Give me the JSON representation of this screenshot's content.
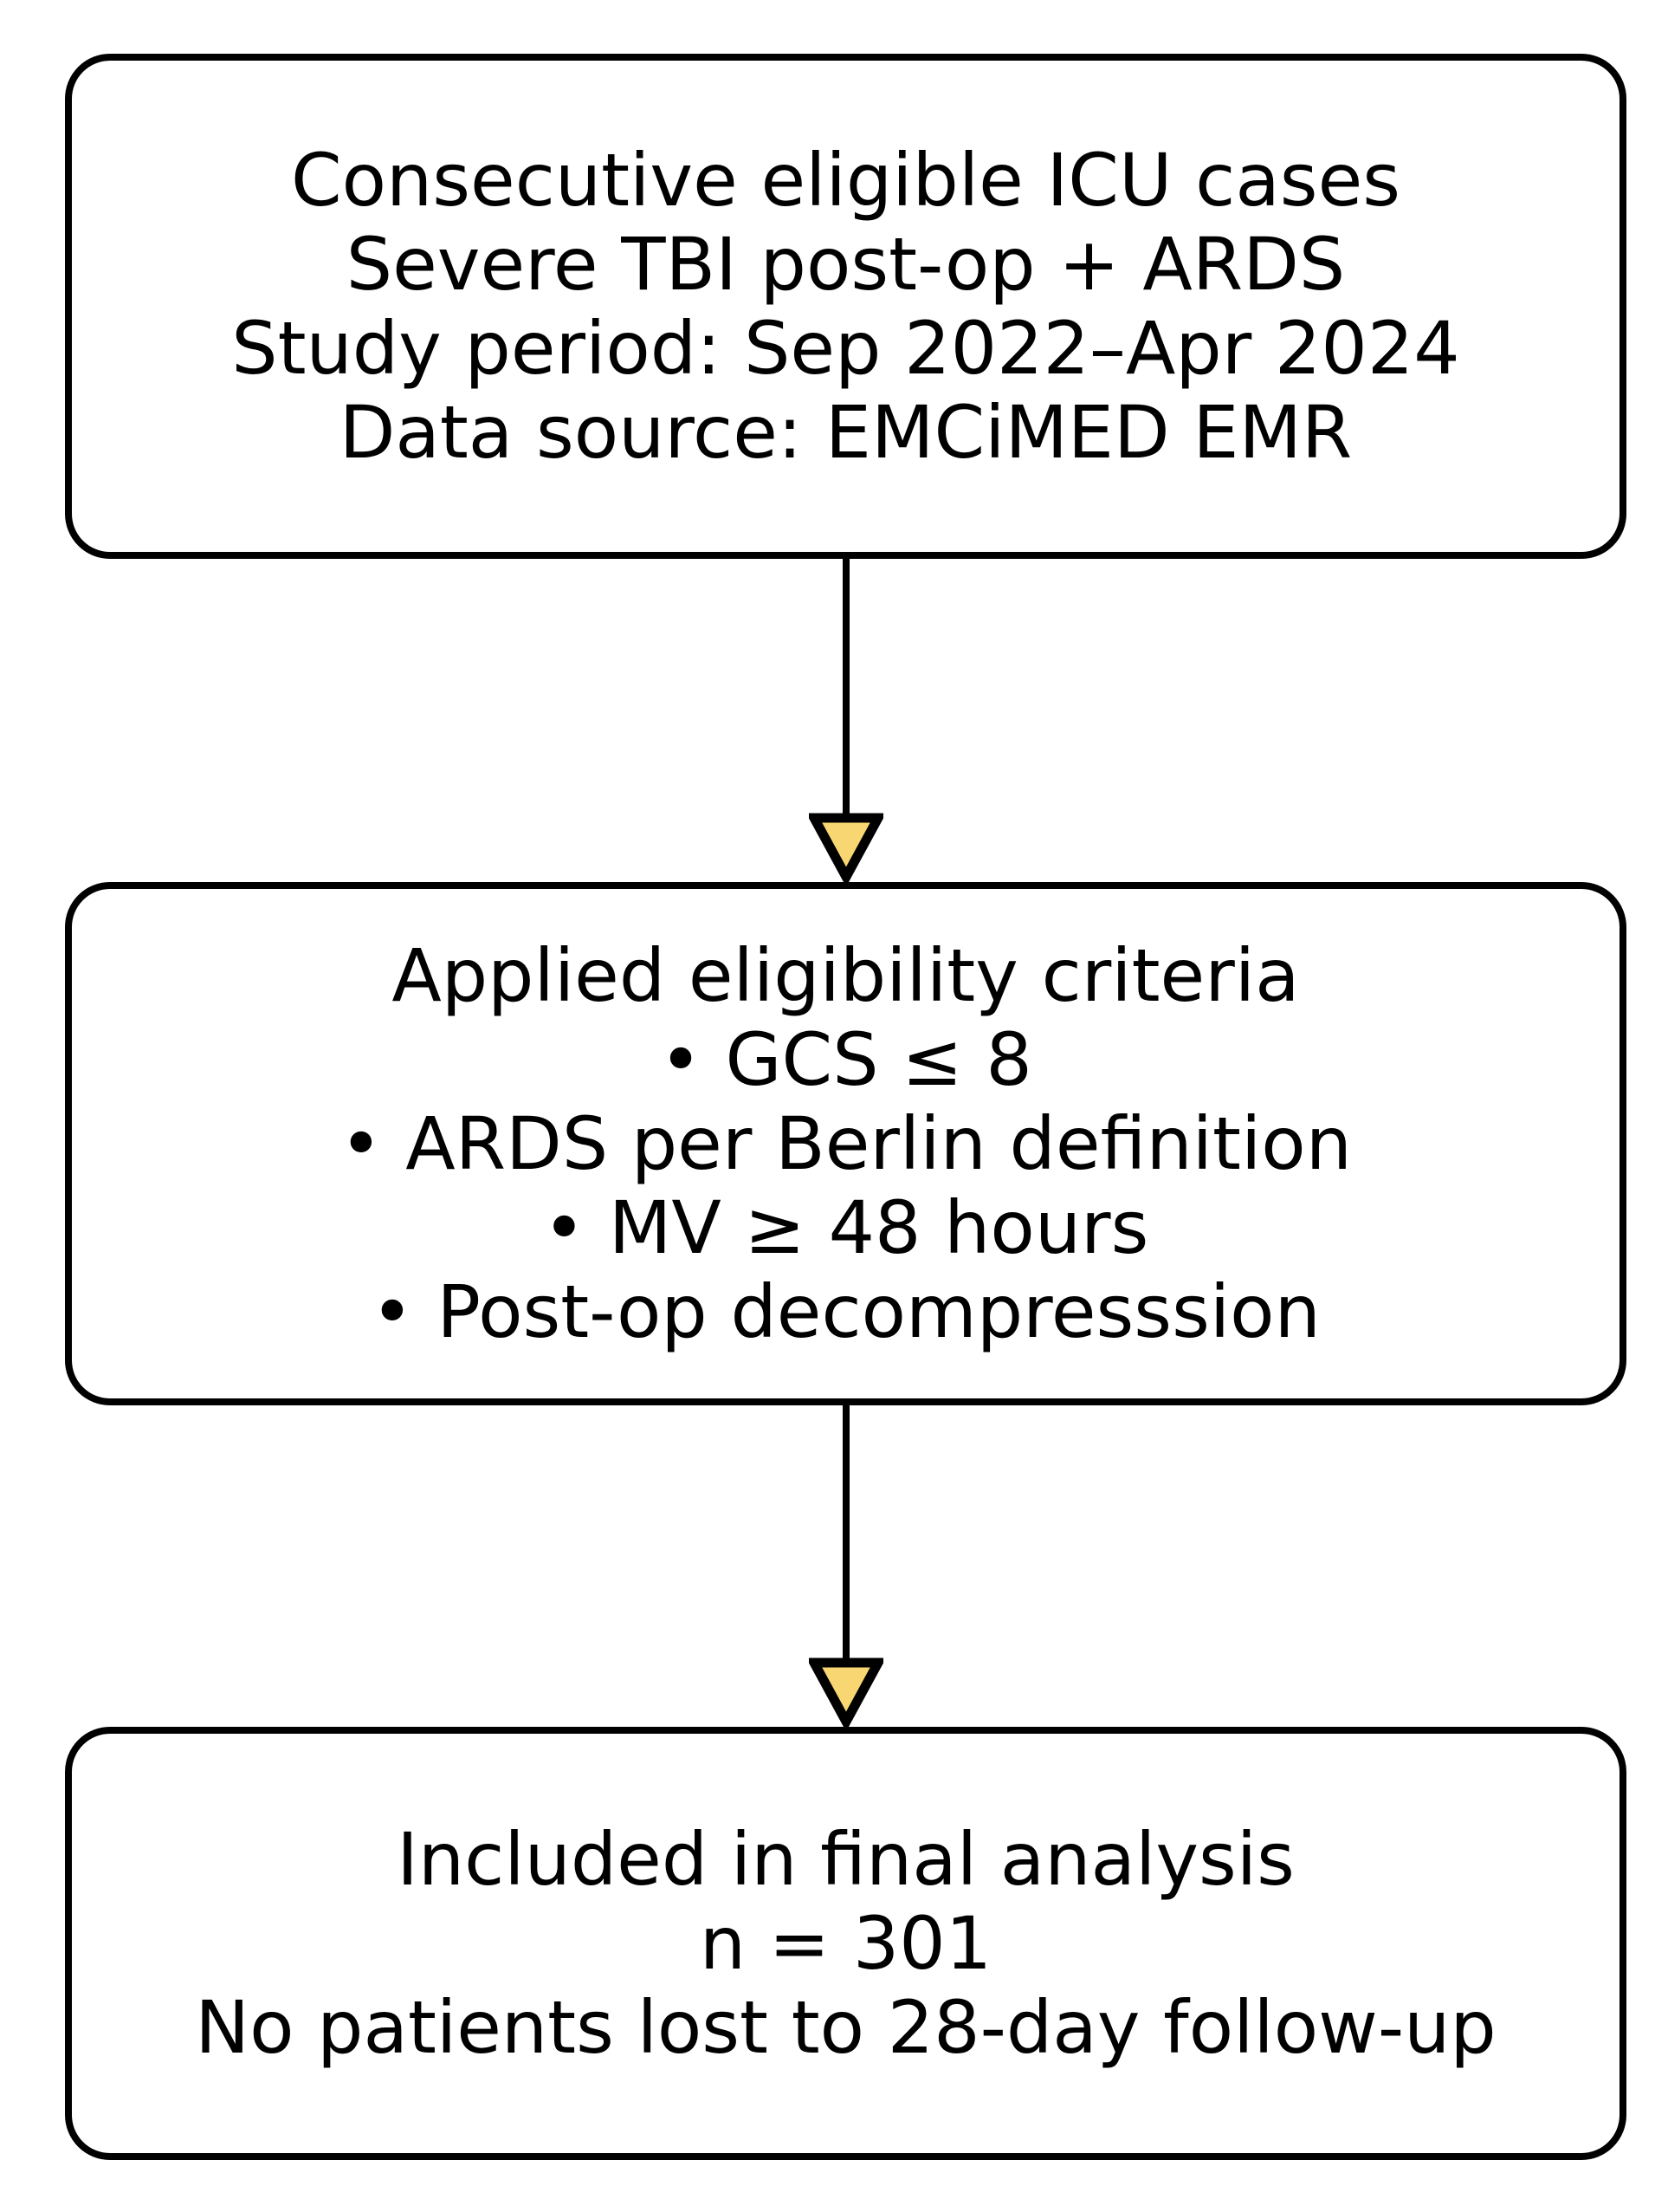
{
  "figure": {
    "background_color": "#ffffff",
    "box_border_color": "#000000",
    "text_color": "#000000",
    "arrow_line_color": "#000000",
    "arrowhead_fill": "#f8d772",
    "arrowhead_outline": "#000000"
  },
  "flowchart": {
    "boxes": [
      {
        "id": "source-population",
        "lines": [
          "Consecutive eligible ICU cases",
          "Severe TBI post-op + ARDS",
          "Study period: Sep 2022–Apr 2024",
          "Data source: EMCiMED EMR"
        ]
      },
      {
        "id": "eligibility-criteria",
        "lines": [
          "Applied eligibility criteria",
          "• GCS ≤ 8",
          "• ARDS per Berlin definition",
          "• MV ≥ 48 hours",
          "• Post-op decompresssion"
        ]
      },
      {
        "id": "final-analysis",
        "lines": [
          "Included in final analysis",
          "n = 301",
          "No patients lost to 28-day follow-up"
        ]
      }
    ]
  }
}
